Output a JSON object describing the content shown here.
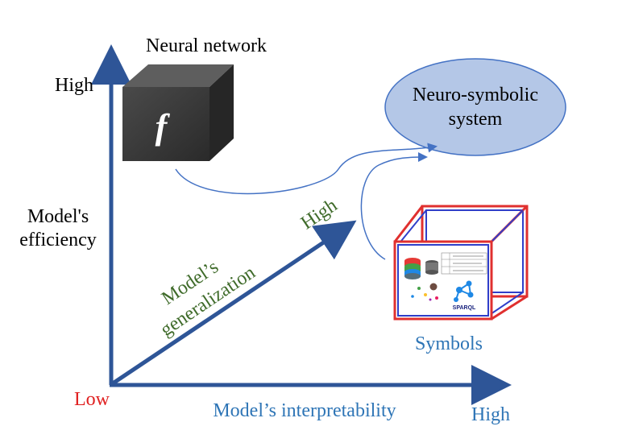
{
  "labels": {
    "neural_network": "Neural network",
    "function_symbol": "f",
    "y_high": "High",
    "y_axis_label_line1": "Model's",
    "y_axis_label_line2": "efficiency",
    "low": "Low",
    "x_axis_label": "Model’s interpretability",
    "x_high": "High",
    "diag_high": "High",
    "diag_label_line1": "Model’s",
    "diag_label_line2": "generalization",
    "neuro_symbolic_line1": "Neuro-symbolic",
    "neuro_symbolic_line2": "system",
    "symbols": "Symbols",
    "sparql": "SPARQL"
  },
  "colors": {
    "axis": "#2e5597",
    "ellipse_fill": "#b4c7e7",
    "ellipse_stroke": "#4472c4",
    "curve": "#4472c4",
    "cube_front": "#3a3a3a",
    "cube_top": "#5a5a5a",
    "cube_side": "#262626",
    "symbols_box_red": "#e0302f",
    "symbols_box_blue": "#2f3ec9",
    "low_text": "#e02020",
    "interpretability_text": "#2e75b6",
    "generalization_text": "#3f6b2a"
  }
}
